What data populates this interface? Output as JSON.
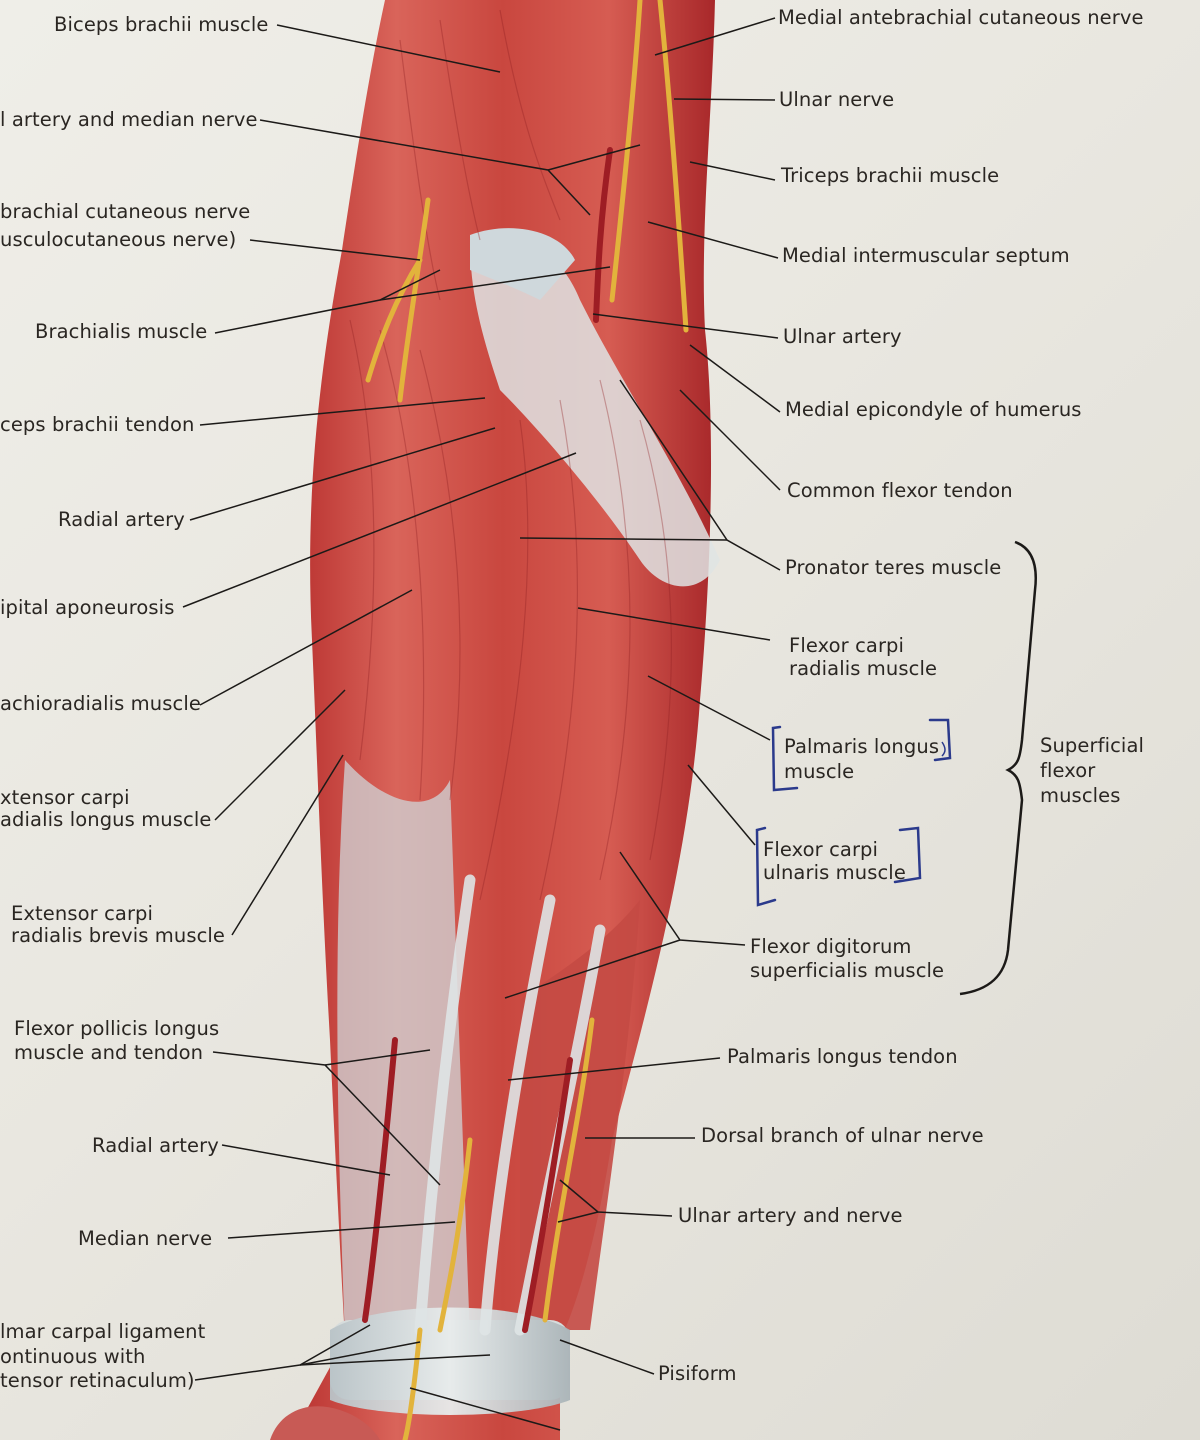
{
  "labels": [
    "Biceps brachii muscle",
    "l artery and median nerve",
    "brachial cutaneous nerve",
    "usculocutaneous nerve)",
    "Brachialis muscle",
    "ceps brachii tendon",
    "Radial artery",
    "ipital aponeurosis",
    "achioradialis muscle",
    "xtensor carpi",
    "adialis longus muscle",
    "Extensor carpi",
    "radialis brevis muscle",
    "Flexor pollicis longus",
    "muscle and tendon",
    "Radial artery",
    "Median nerve",
    "lmar carpal ligament",
    "ontinuous with",
    "tensor retinaculum)",
    "Medial antebrachial cutaneous nerve",
    "Ulnar nerve",
    "Triceps brachii muscle",
    "Medial intermuscular septum",
    "Ulnar artery",
    "Medial epicondyle of humerus",
    "Common flexor tendon",
    "Pronator teres muscle",
    "Flexor carpi",
    "radialis muscle",
    "Palmaris longus",
    "muscle",
    "Flexor carpi",
    "ulnaris muscle",
    "Flexor digitorum",
    "superficialis muscle",
    "Palmaris longus tendon",
    "Dorsal branch of ulnar nerve",
    "Ulnar artery and nerve",
    "Pisiform",
    "Superficial",
    "flexor",
    "muscles"
  ],
  "colors": {
    "muscle": "#c9473f",
    "tendon": "#dfe5e6",
    "nerve": "#e2b33c",
    "artery": "#9e1d24",
    "handwriting": "#2b3a8c",
    "paper": "#ecebe4"
  }
}
